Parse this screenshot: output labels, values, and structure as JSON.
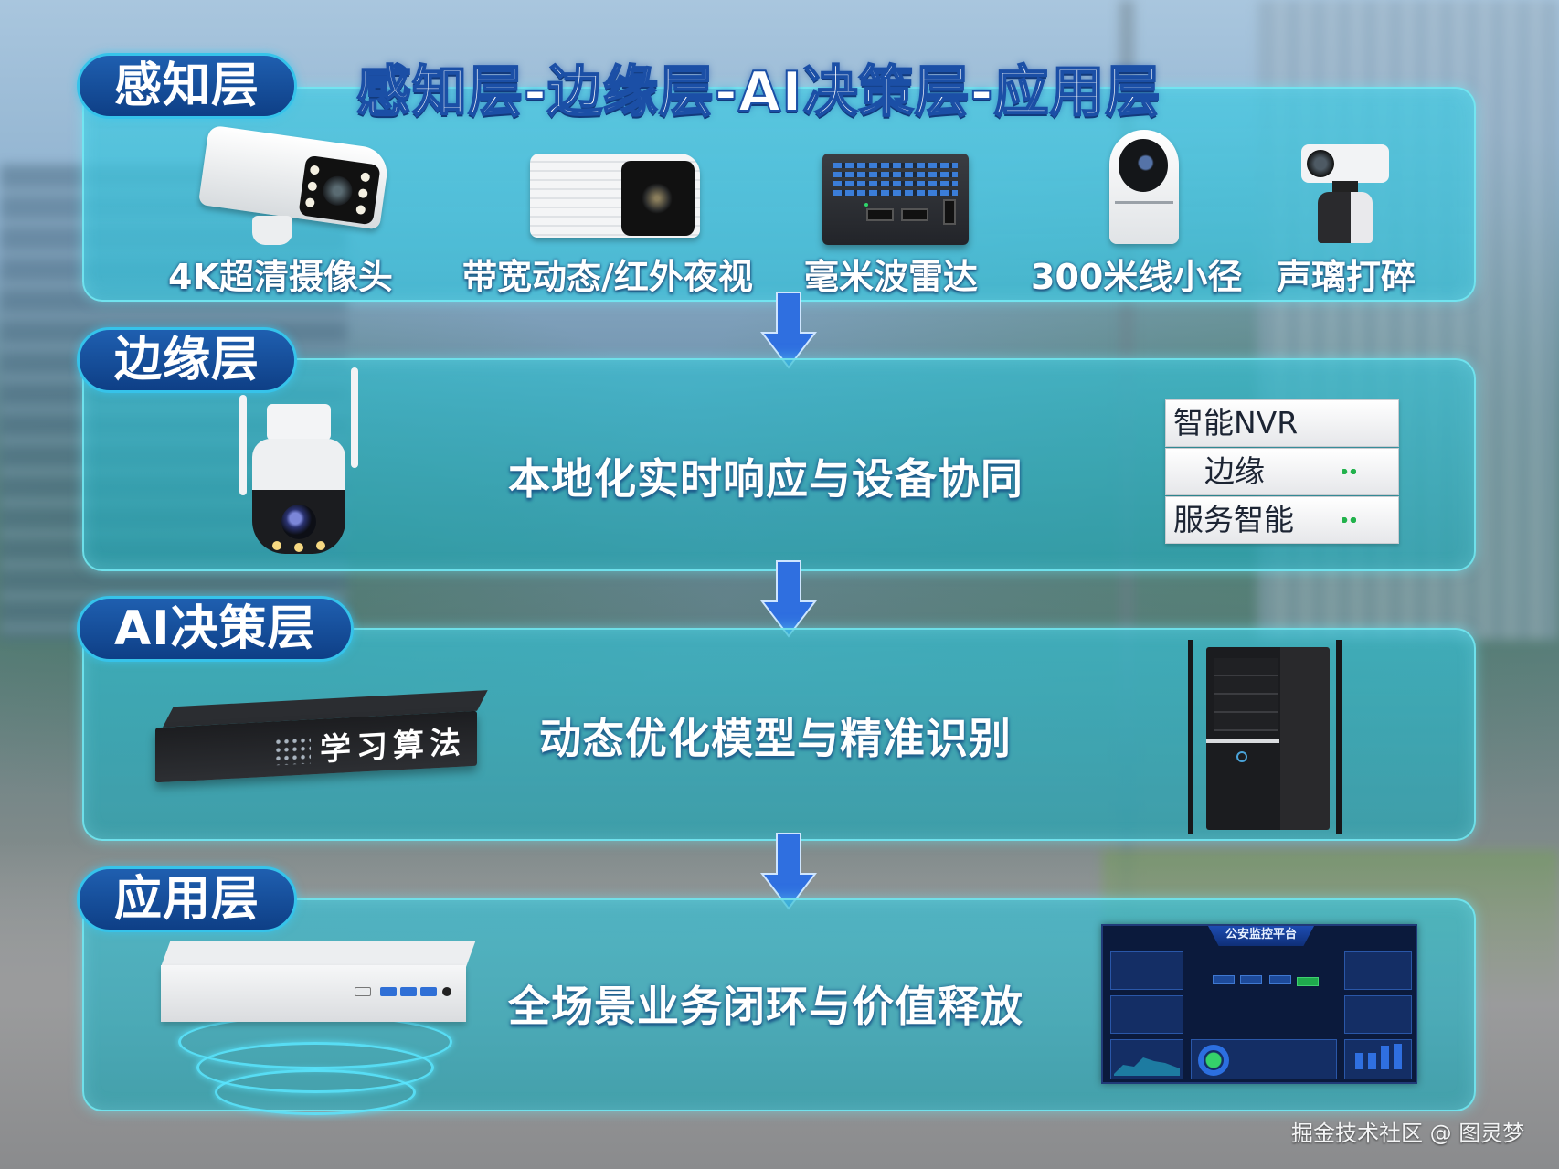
{
  "title": "感知层-边缘层-AI决策层-应用层",
  "colors": {
    "panel_fill": "#2fb8c8",
    "panel_border": "#78ebf5",
    "pill_fill": "#1452a0",
    "pill_border": "#36c3ea",
    "arrow": "#2f6fe0",
    "text": "#ffffff"
  },
  "layers": [
    {
      "name": "感知层",
      "devices": [
        {
          "label": "4K超清摄像头",
          "icon": "bullet-camera-icon"
        },
        {
          "label": "带宽动态/红外夜视",
          "icon": "box-camera-icon"
        },
        {
          "label": "毫米波雷达",
          "icon": "radar-icon"
        },
        {
          "label": "300米线小径",
          "icon": "dome-camera-icon"
        },
        {
          "label": "声璃打碎",
          "icon": "mini-camera-icon"
        }
      ]
    },
    {
      "name": "边缘层",
      "description": "本地化实时响应与设备协同",
      "left_device": {
        "icon": "ptz-camera-icon"
      },
      "nvr_stack": [
        "智能NVR",
        "边缘",
        "服务智能"
      ]
    },
    {
      "name": "AI决策层",
      "description": "动态优化模型与精准识别",
      "left_device": {
        "label": "学习算法",
        "icon": "server-box-icon"
      },
      "right_device": {
        "icon": "tower-server-icon"
      }
    },
    {
      "name": "应用层",
      "description": "全场景业务闭环与价值释放",
      "left_device": {
        "icon": "edge-box-icon"
      },
      "right_device": {
        "title": "公安监控平台",
        "icon": "dashboard-screen-icon"
      }
    }
  ],
  "watermark": "掘金技术社区 @ 图灵梦"
}
